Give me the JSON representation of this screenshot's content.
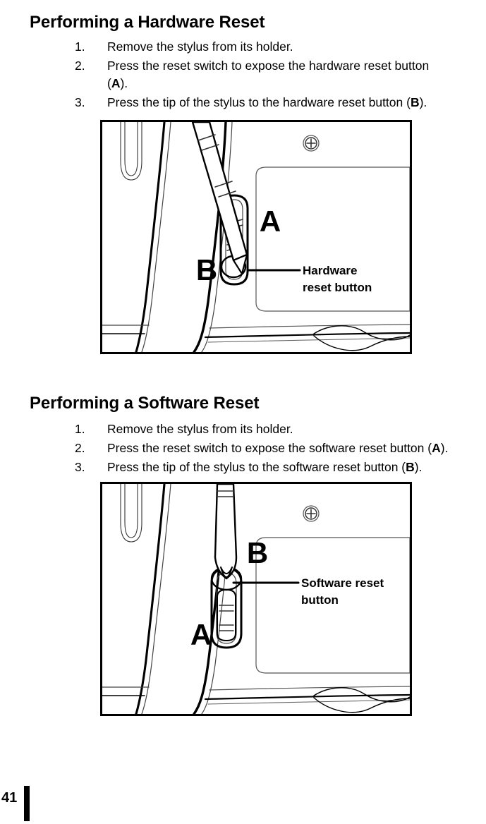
{
  "document": {
    "page_number": "41"
  },
  "sections": [
    {
      "heading": "Performing a Hardware Reset",
      "steps": [
        {
          "num": "1.",
          "text": "Remove the stylus from its holder."
        },
        {
          "num": "2.",
          "text": "Press the reset switch to expose the hardware reset button (A)."
        },
        {
          "num": "3.",
          "text": "Press the tip of the stylus to the hardware reset button (B)."
        }
      ],
      "figure": {
        "callout_a": "A",
        "callout_b": "B",
        "label_line1": "Hardware",
        "label_line2": "reset button",
        "label_full": "Hardware reset button"
      }
    },
    {
      "heading": "Performing a Software Reset",
      "steps": [
        {
          "num": "1.",
          "text": "Remove the stylus from its holder."
        },
        {
          "num": "2.",
          "text": "Press the reset switch to expose the software reset button (A)."
        },
        {
          "num": "3.",
          "text": "Press the tip of the stylus to the software reset button (B)."
        }
      ],
      "figure": {
        "callout_a": "A",
        "callout_b": "B",
        "label_line1": "Software reset",
        "label_line2": "button",
        "label_full": "Software reset button"
      }
    }
  ],
  "colors": {
    "ink": "#000000",
    "paper": "#ffffff",
    "light_line": "#595959"
  }
}
